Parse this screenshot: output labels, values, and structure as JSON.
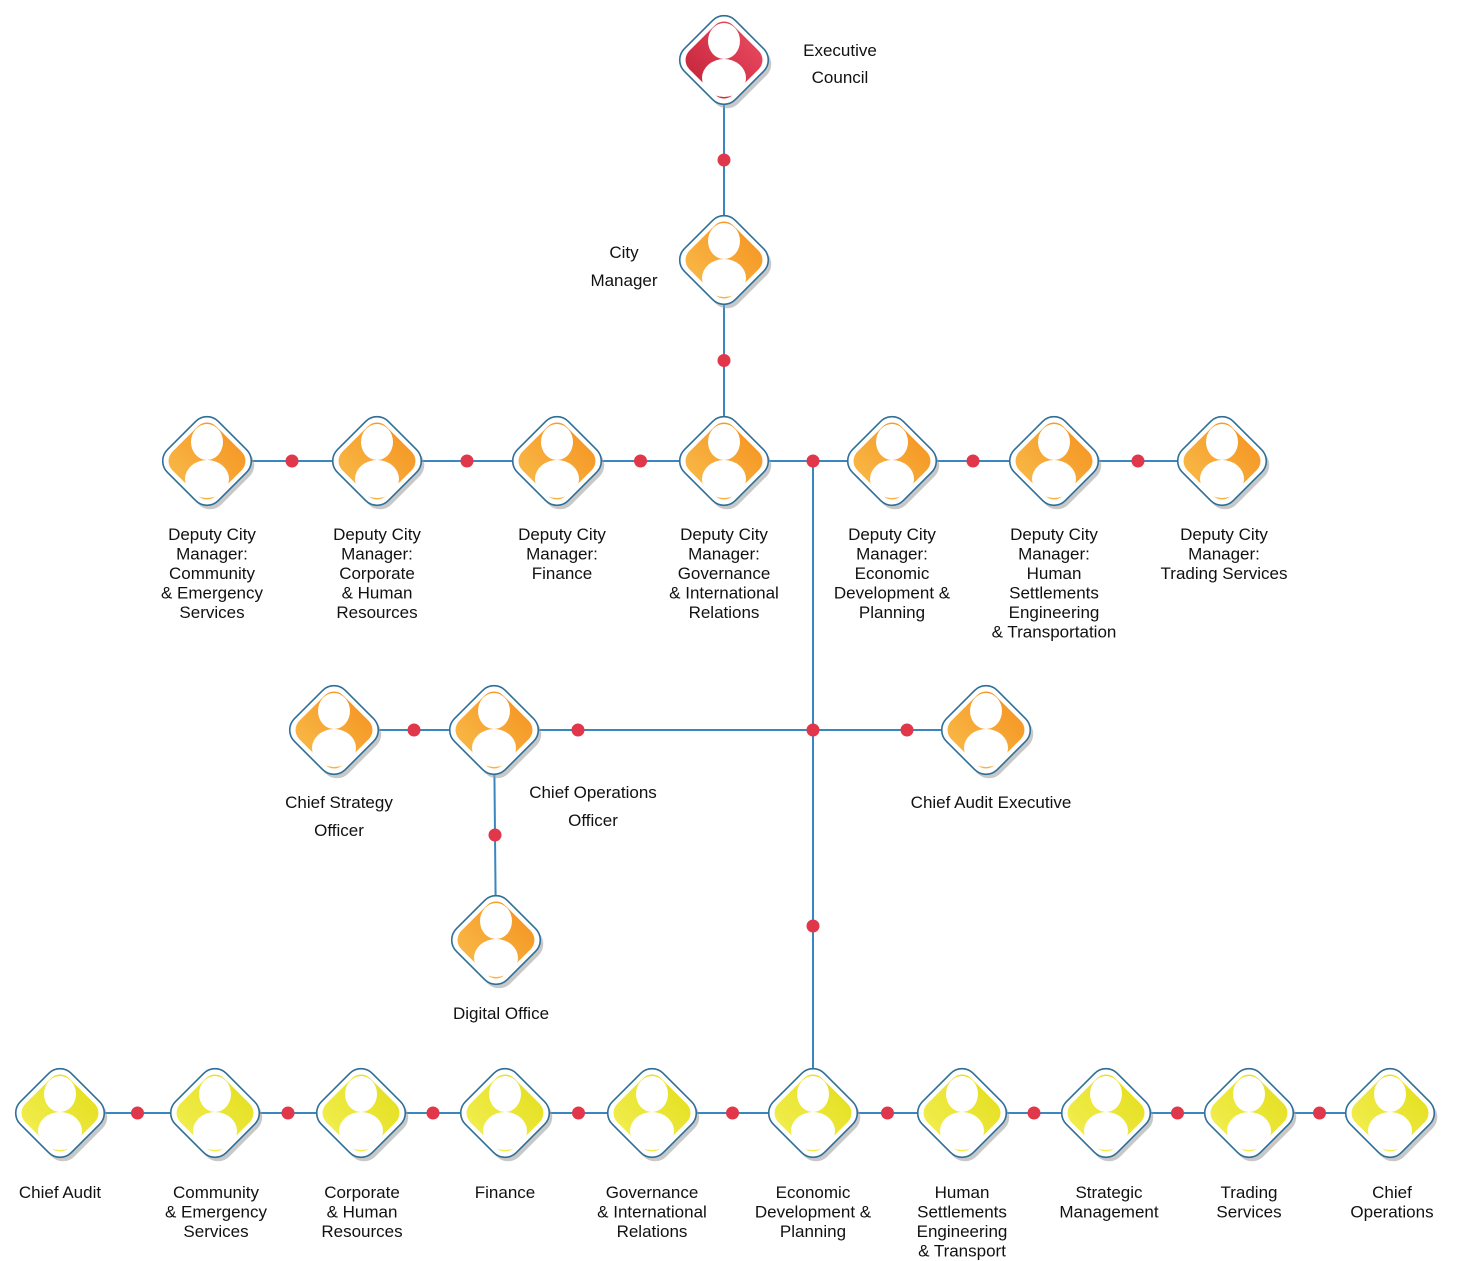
{
  "colors": {
    "line": "#3a86c0",
    "dot": "#e0384a",
    "border": "#2e6f98",
    "red": "#e23a4e",
    "orange": "#f7a12f",
    "yellow": "#e9e52a",
    "white": "#ffffff"
  },
  "icon": "person-icon",
  "nodes": [
    {
      "id": "executive-council",
      "label": "Executive\nCouncil",
      "color": "red"
    },
    {
      "id": "city-manager",
      "label": "City\nManager",
      "color": "orange"
    },
    {
      "id": "dcm-community",
      "label": "Deputy City\nManager:\nCommunity\n& Emergency\nServices",
      "color": "orange"
    },
    {
      "id": "dcm-corporate",
      "label": "Deputy City\nManager:\nCorporate\n& Human\nResources",
      "color": "orange"
    },
    {
      "id": "dcm-finance",
      "label": "Deputy City\nManager:\nFinance",
      "color": "orange"
    },
    {
      "id": "dcm-governance",
      "label": "Deputy City\nManager:\nGovernance\n& International\nRelations",
      "color": "orange"
    },
    {
      "id": "dcm-economic",
      "label": "Deputy City\nManager:\nEconomic\nDevelopment &\nPlanning",
      "color": "orange"
    },
    {
      "id": "dcm-human-settlements",
      "label": "Deputy City\nManager:\nHuman\nSettlements\nEngineering\n& Transportation",
      "color": "orange"
    },
    {
      "id": "dcm-trading",
      "label": "Deputy City\nManager:\nTrading Services",
      "color": "orange"
    },
    {
      "id": "chief-strategy",
      "label": "Chief Strategy\nOfficer",
      "color": "orange"
    },
    {
      "id": "chief-operations",
      "label": "Chief Operations\nOfficer",
      "color": "orange"
    },
    {
      "id": "chief-audit-executive",
      "label": "Chief Audit Executive",
      "color": "orange"
    },
    {
      "id": "digital-office",
      "label": "Digital Office",
      "color": "orange"
    },
    {
      "id": "dept-chief-audit",
      "label": "Chief Audit",
      "color": "yellow"
    },
    {
      "id": "dept-community",
      "label": "Community\n& Emergency\nServices",
      "color": "yellow"
    },
    {
      "id": "dept-corporate",
      "label": "Corporate\n& Human\nResources",
      "color": "yellow"
    },
    {
      "id": "dept-finance",
      "label": "Finance",
      "color": "yellow"
    },
    {
      "id": "dept-governance",
      "label": "Governance\n& International\nRelations",
      "color": "yellow"
    },
    {
      "id": "dept-economic",
      "label": "Economic\nDevelopment &\nPlanning",
      "color": "yellow"
    },
    {
      "id": "dept-human-settlements",
      "label": "Human\nSettlements\nEngineering\n& Transport",
      "color": "yellow"
    },
    {
      "id": "dept-strategic",
      "label": "Strategic\nManagement",
      "color": "yellow"
    },
    {
      "id": "dept-trading",
      "label": "Trading\nServices",
      "color": "yellow"
    },
    {
      "id": "dept-chief-operations",
      "label": "Chief\nOperations",
      "color": "yellow"
    }
  ],
  "edges": [
    [
      "executive-council",
      "city-manager"
    ],
    [
      "city-manager",
      "dcm-governance"
    ],
    [
      "dcm-community",
      "dcm-corporate"
    ],
    [
      "dcm-corporate",
      "dcm-finance"
    ],
    [
      "dcm-finance",
      "dcm-governance"
    ],
    [
      "dcm-governance",
      "dcm-economic"
    ],
    [
      "dcm-economic",
      "dcm-human-settlements"
    ],
    [
      "dcm-human-settlements",
      "dcm-trading"
    ],
    [
      "chief-strategy",
      "chief-operations"
    ],
    [
      "chief-operations",
      "chief-audit-executive"
    ],
    [
      "chief-operations",
      "digital-office"
    ],
    [
      "dcm-governance",
      "dept-economic"
    ],
    [
      "dept-chief-audit",
      "dept-community"
    ],
    [
      "dept-community",
      "dept-corporate"
    ],
    [
      "dept-corporate",
      "dept-finance"
    ],
    [
      "dept-finance",
      "dept-governance"
    ],
    [
      "dept-governance",
      "dept-economic"
    ],
    [
      "dept-economic",
      "dept-human-settlements"
    ],
    [
      "dept-human-settlements",
      "dept-strategic"
    ],
    [
      "dept-strategic",
      "dept-trading"
    ],
    [
      "dept-trading",
      "dept-chief-operations"
    ]
  ]
}
